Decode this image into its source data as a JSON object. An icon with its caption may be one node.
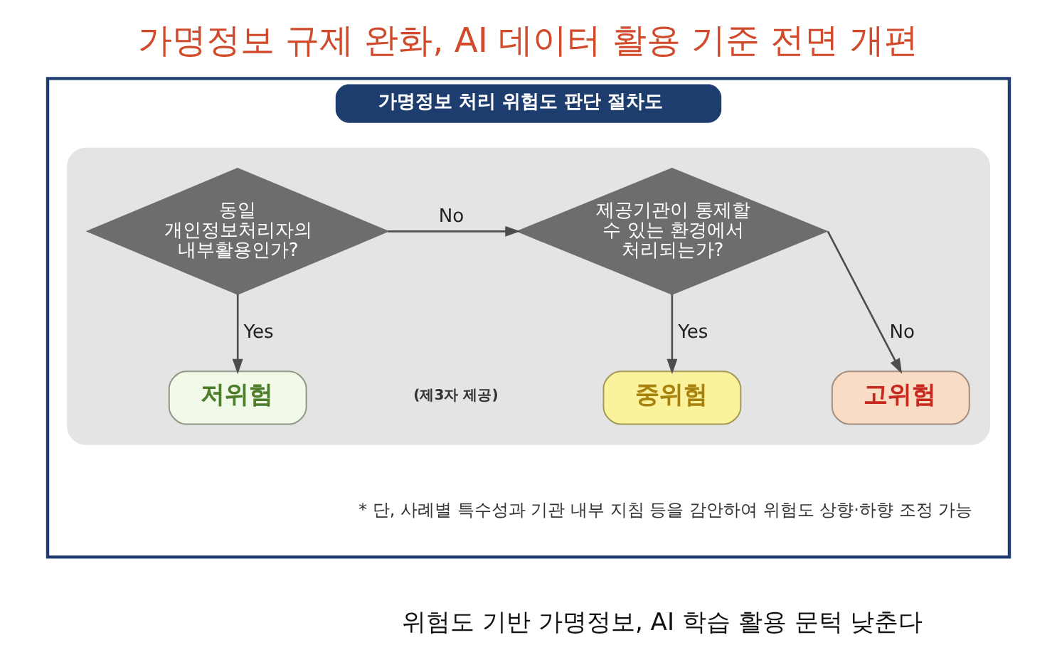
{
  "diagram": {
    "title": "가명정보 규제 완화, AI 데이터 활용 기준 전면 개편",
    "caption": "위험도 기반 가명정보, AI 학습 활용 문턱 낮춘다",
    "nodes": [
      {
        "text": [
          "가명정보 처리 위험도 판단 절차도"
        ]
      },
      {
        "text": [],
        "shape": "box",
        "in": 0
      },
      {
        "text": [
          "동일 개인정보처리자의 내부활용인가?"
        ],
        "in": 1
      },
      {
        "text": [
          "제공기관이 통제할 수 있는 환경에서 처리되는가?"
        ],
        "in": 1
      },
      {
        "text": [
          "저위험"
        ],
        "in": 1
      },
      {
        "text": [
          "중위험"
        ],
        "in": 1
      },
      {
        "text": [
          "고위험"
        ],
        "in": 1
      }
    ],
    "edges": [
      {
        "from": 2,
        "to": 3,
        "arrow": "to",
        "label": "No"
      },
      {
        "from": 2,
        "to": 4,
        "arrow": "to",
        "label": "Yes"
      },
      {
        "from": 3,
        "to": 6,
        "arrow": "to",
        "label": "No"
      },
      {
        "from": 3,
        "to": 5,
        "arrow": "to",
        "label": "Yes"
      }
    ],
    "labels": [
      "(제3자 제공)",
      "* 단, 사례별 특수성과 기관 내부 지침 등을 감안하여 위험도 상향·하향 조정 가능"
    ]
  }
}
